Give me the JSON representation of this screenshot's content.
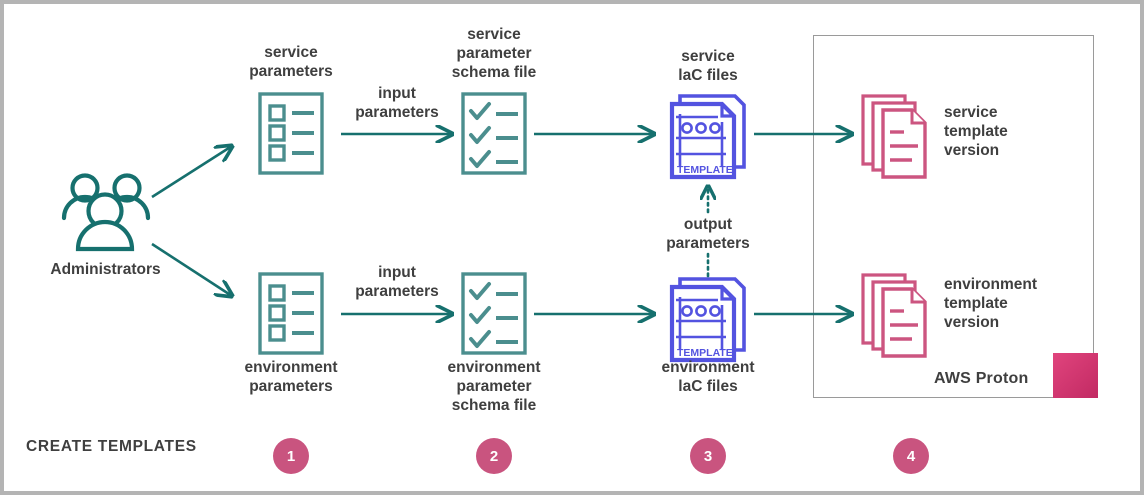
{
  "diagram": {
    "title": "AWS Proton Create Templates workflow",
    "phase_label": "CREATE TEMPLATES",
    "colors": {
      "teal": "#16706e",
      "teal_icon": "#4b8e8e",
      "purple": "#5353e0",
      "pink": "#cc5580",
      "pink_solid": "#c9547f",
      "text": "#3f3f3f",
      "frame": "#b4b4b4",
      "box_border": "#9a9a9a"
    }
  },
  "actor": {
    "label": "Administrators",
    "icon": "users-icon"
  },
  "rows": {
    "service": {
      "parameters_label": "service\nparameters",
      "parameters_icon": "checklist-box-icon",
      "arrow1_label": "input\nparameters",
      "schema_label": "service\nparameter\nschema file",
      "schema_icon": "checkmark-list-icon",
      "iac_label": "service\nlaC files",
      "iac_icon": "template-files-icon",
      "iac_badge": "TEMPLATE",
      "version_label": "service\ntemplate\nversion",
      "version_icon": "document-stack-icon"
    },
    "environment": {
      "parameters_label": "environment\nparameters",
      "parameters_icon": "checklist-box-icon",
      "arrow1_label": "input\nparameters",
      "schema_label": "environment\nparameter\nschema file",
      "schema_icon": "checkmark-list-icon",
      "iac_label": "environment\nlaC files",
      "iac_icon": "template-files-icon",
      "iac_badge": "TEMPLATE",
      "version_label": "environment\ntemplate\nversion",
      "version_icon": "document-stack-icon"
    }
  },
  "connectors": {
    "output_parameters_label": "output\nparameters"
  },
  "container": {
    "name": "AWS Proton",
    "logo_icon": "aws-proton-logo-icon"
  },
  "steps": [
    {
      "number": "1"
    },
    {
      "number": "2"
    },
    {
      "number": "3"
    },
    {
      "number": "4"
    }
  ]
}
